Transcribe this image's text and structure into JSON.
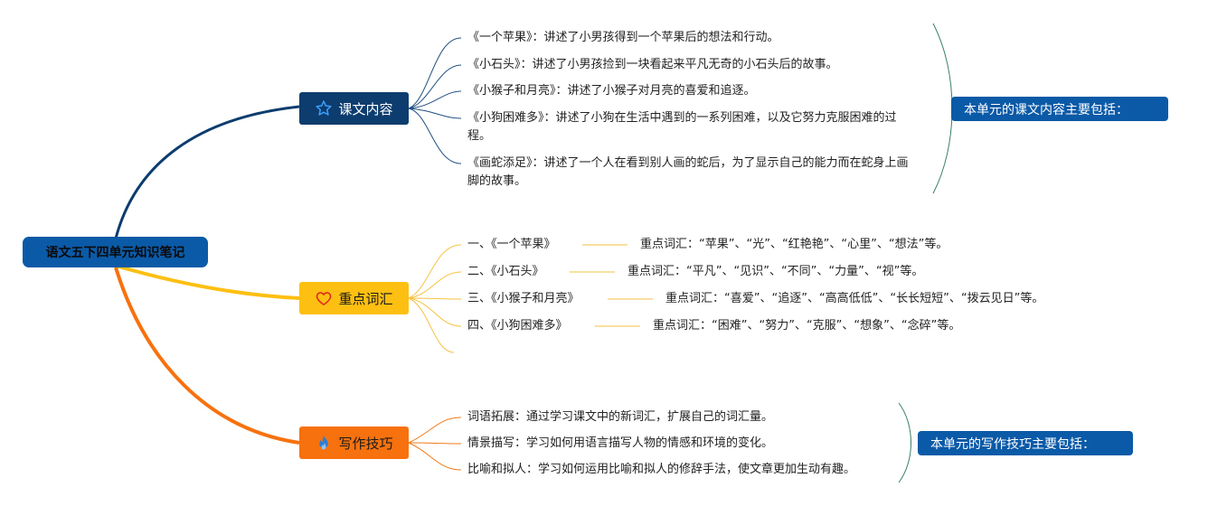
{
  "root": {
    "label": "语文五下四单元知识笔记"
  },
  "branches": [
    {
      "label": "课文内容",
      "icon": "star-icon",
      "color": "#0d3c6e",
      "line_color": "#0d3c6e",
      "summary": "本单元的课文内容主要包括：",
      "items": [
        "《一个苹果》：讲述了小男孩得到一个苹果后的想法和行动。",
        "《小石头》：讲述了小男孩捡到一块看起来平凡无奇的小石头后的故事。",
        "《小猴子和月亮》：讲述了小猴子对月亮的喜爱和追逐。",
        "《小狗困难多》：讲述了小狗在生活中遇到的一系列困难，以及它努力克服困难的过程。",
        "《画蛇添足》：讲述了一个人在看到别人画的蛇后，为了显示自己的能力而在蛇身上画脚的故事。"
      ]
    },
    {
      "label": "重点词汇",
      "icon": "heart-icon",
      "color": "#fcbf12",
      "line_color": "#f5c242",
      "items": [
        {
          "lesson": "一、《一个苹果》",
          "words": "重点词汇：“苹果”、“光”、“红艳艳”、“心里”、“想法”等。"
        },
        {
          "lesson": "二、《小石头》",
          "words": "重点词汇：“平凡”、“见识”、“不同”、“力量”、“视”等。"
        },
        {
          "lesson": "三、《小猴子和月亮》",
          "words": "重点词汇：“喜爱”、“追逐”、“高高低低”、“长长短短”、“拨云见日”等。"
        },
        {
          "lesson": "四、《小狗困难多》",
          "words": "重点词汇：“困难”、“努力”、“克服”、“想象”、“念碎”等。"
        }
      ]
    },
    {
      "label": "写作技巧",
      "icon": "flame-icon",
      "color": "#f7720f",
      "line_color": "#f07a1a",
      "summary": "本单元的写作技巧主要包括：",
      "items": [
        "词语拓展：通过学习课文中的新词汇，扩展自己的词汇量。",
        "情景描写：学习如何用语言描写人物的情感和环境的变化。",
        "比喻和拟人：学习如何运用比喻和拟人的修辞手法，使文章更加生动有趣。"
      ]
    }
  ]
}
